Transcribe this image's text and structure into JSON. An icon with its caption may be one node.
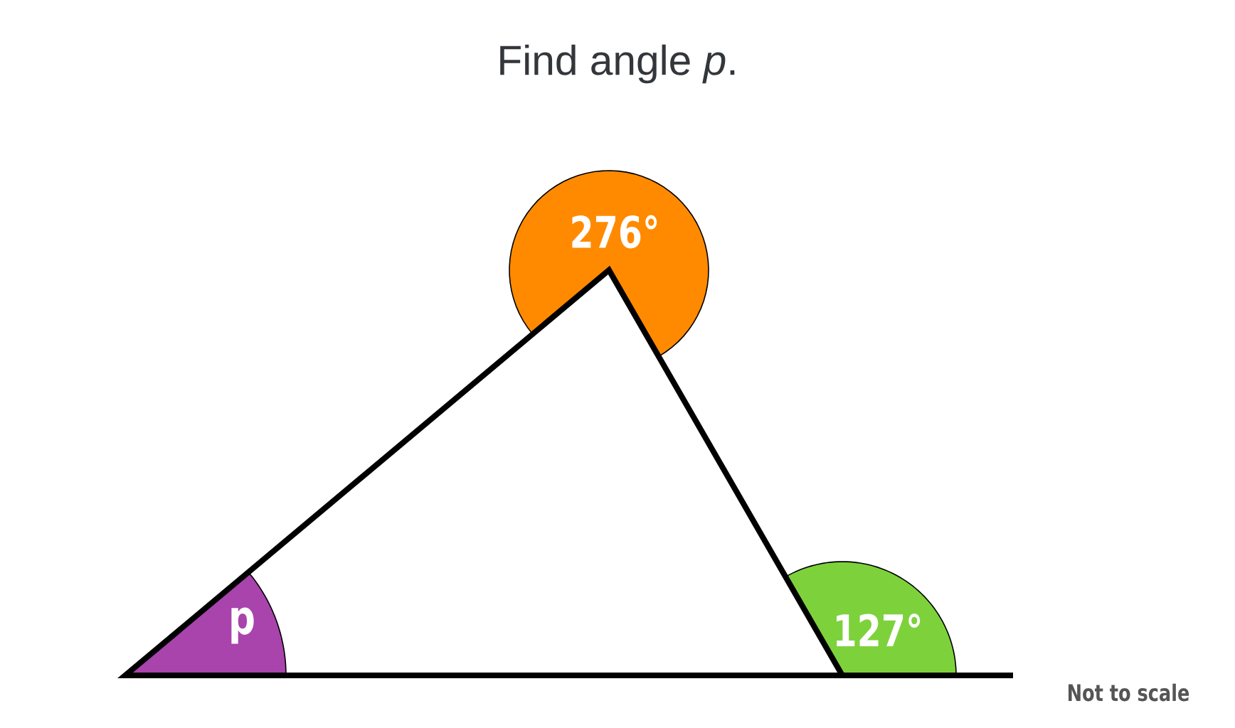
{
  "diagram": {
    "title": "Find angle *p*.",
    "labels": [
      "276°",
      "p",
      "127°",
      "Not to scale"
    ]
  }
}
